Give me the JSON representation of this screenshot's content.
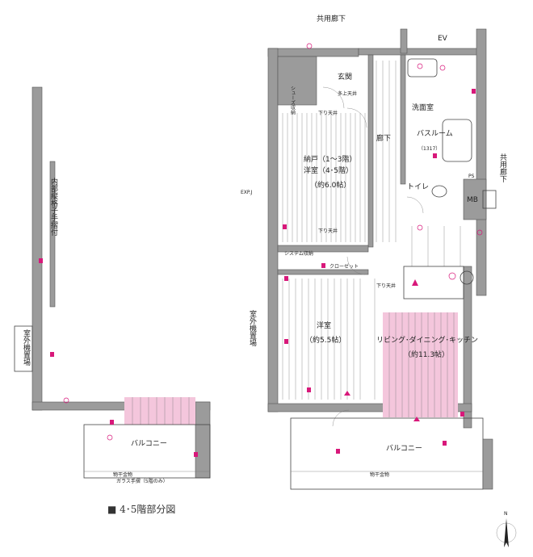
{
  "caption": "■ 4･5階部分図",
  "labels": {
    "corridor_top": "共用廊下",
    "ev": "EV",
    "corridor_right": "共用廊下",
    "genkan": "玄関",
    "genkan_sub": "多上天井",
    "shoes": "シューズ収納",
    "senmenjo": "洗面室",
    "bath": "バスルーム",
    "bath_size": "（1317）",
    "roka": "廊下",
    "toilet": "トイレ",
    "mb": "MB",
    "ps": "PS",
    "nando": "納戸（1～3階）",
    "yoshitsu_45": "洋室（4･5階）",
    "nando_size": "（約6.0帖）",
    "system": "システム収納",
    "closet": "クローゼット",
    "yoshitsu": "洋室",
    "yoshitsu_size": "（約5.5帖）",
    "ldk": "リビング･ダイニング･キッチン",
    "ldk_size": "（約11.3帖）",
    "outdoor_unit": "室外機置場",
    "balcony_right": "バルコニー",
    "balcony_left": "バルコニー",
    "hoshi_right": "物干金物",
    "hoshi_left": "物干金物",
    "expj": "EXP.J",
    "naibu": "内部縦格子手摺付",
    "outdoor_left": "室外機置場",
    "glass_note": "ガラス手摺（5階のみ）",
    "kaiden": "下り天井",
    "north": "N"
  }
}
